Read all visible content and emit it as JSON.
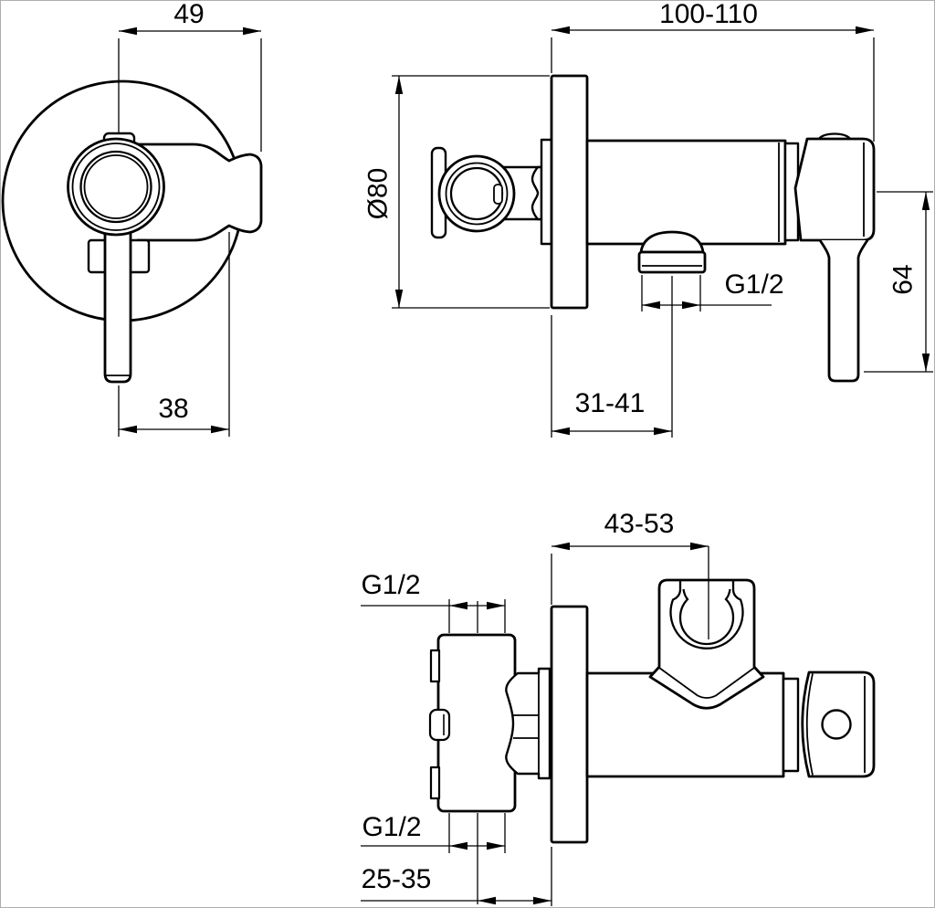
{
  "page": {
    "background": "#ffffff",
    "line_color": "#000000",
    "border_color": "#aeaeae"
  },
  "views": {
    "front": {
      "dim_holder_width": "49",
      "dim_handle_offset": "38"
    },
    "side": {
      "dim_body_length": "100-110",
      "dim_plate_diameter": "Ø80",
      "dim_outlet_thread": "G1/2",
      "dim_lever_drop": "64",
      "dim_outlet_offset": "31-41"
    },
    "top": {
      "dim_holder_offset": "43-53",
      "dim_inlet_thread_top": "G1/2",
      "dim_inlet_thread_bottom": "G1/2",
      "dim_inlet_offset": "25-35"
    }
  }
}
